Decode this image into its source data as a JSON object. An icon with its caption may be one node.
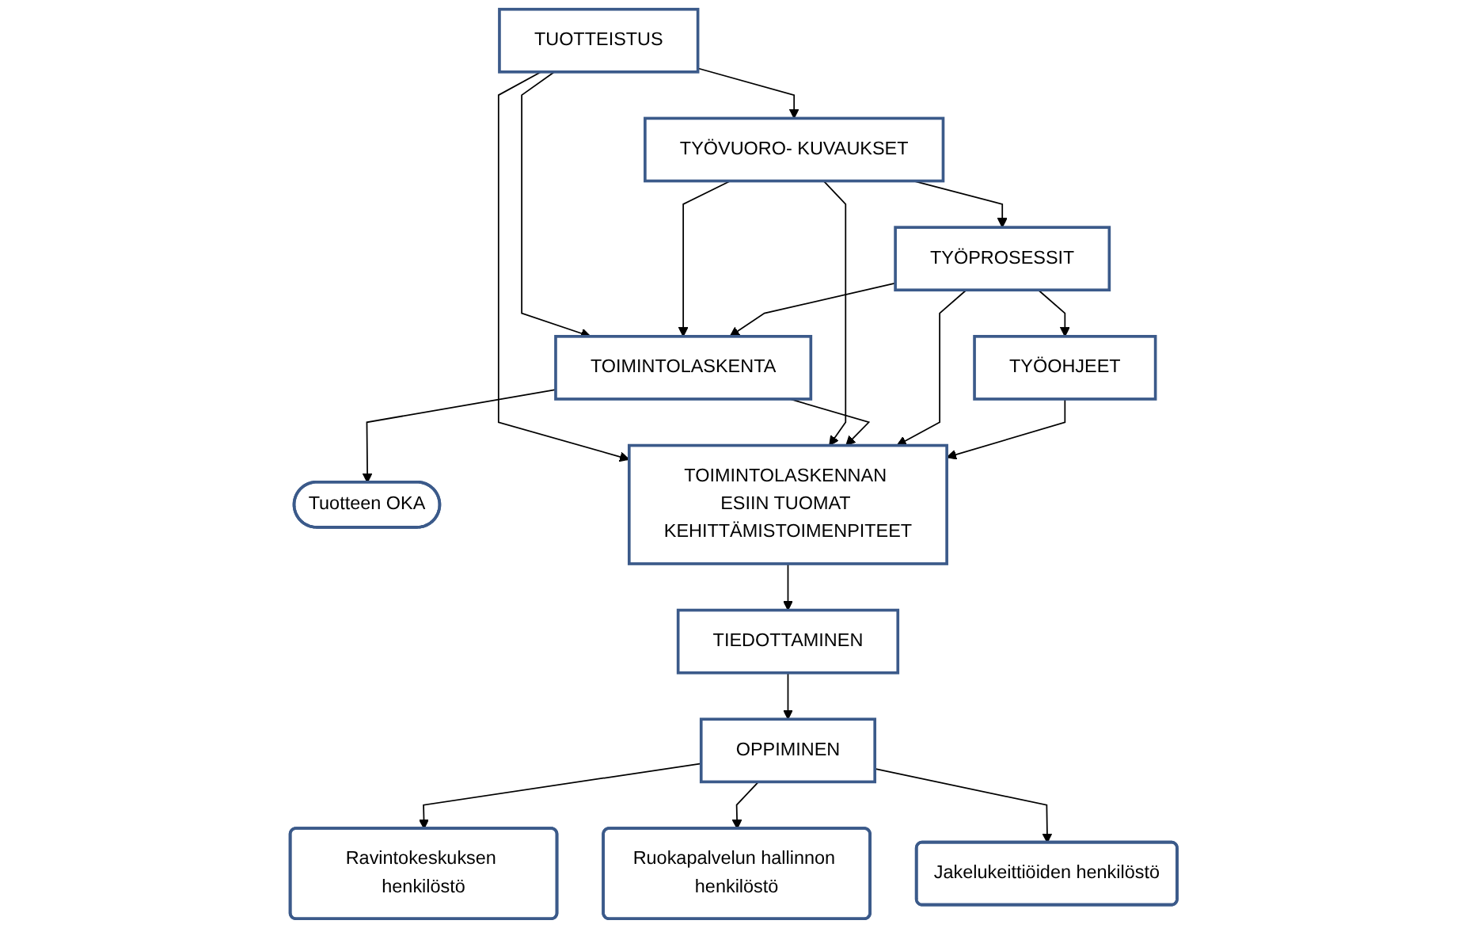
{
  "diagram": {
    "nodes": [
      {
        "text": [
          "TUOTTEISTUS"
        ]
      },
      {
        "text": [
          "TYÖVUORO- KUVAUKSET"
        ]
      },
      {
        "text": [
          "TYÖPROSESSIT"
        ]
      },
      {
        "text": [
          "TYÖOHJEET"
        ]
      },
      {
        "text": [
          "TOIMINTOLASKENTA"
        ]
      },
      {
        "text": [
          "Tuotteen OKA"
        ]
      },
      {
        "text": [
          "TOIMINTOLASKENNAN ESIIN TUOMAT KEHITTÄMISTOIMENPITEET"
        ]
      },
      {
        "text": [
          "TIEDOTTAMINEN"
        ]
      },
      {
        "text": [
          "OPPIMINEN"
        ]
      },
      {
        "text": [
          "Ravintokeskuksen henkilöstö"
        ]
      },
      {
        "text": [
          "Ruokapalvelun hallinnon henkilöstö"
        ]
      },
      {
        "text": [
          "Jakelukeittiöiden henkilöstö"
        ]
      }
    ],
    "edges": [
      {
        "from": 0,
        "to": 1,
        "arrow": "to"
      },
      {
        "from": 1,
        "to": 2,
        "arrow": "to"
      },
      {
        "from": 2,
        "to": 3,
        "arrow": "to"
      },
      {
        "from": 0,
        "to": 4,
        "arrow": "to"
      },
      {
        "from": 1,
        "to": 4,
        "arrow": "to"
      },
      {
        "from": 2,
        "to": 4,
        "arrow": "to"
      },
      {
        "from": 4,
        "to": 5,
        "arrow": "to"
      },
      {
        "from": 0,
        "to": 6,
        "arrow": "to"
      },
      {
        "from": 1,
        "to": 6,
        "arrow": "to"
      },
      {
        "from": 4,
        "to": 6,
        "arrow": "to"
      },
      {
        "from": 2,
        "to": 6,
        "arrow": "to"
      },
      {
        "from": 3,
        "to": 6,
        "arrow": "to"
      },
      {
        "from": 6,
        "to": 7,
        "arrow": "to"
      },
      {
        "from": 7,
        "to": 8,
        "arrow": "to"
      },
      {
        "from": 8,
        "to": 9,
        "arrow": "to"
      },
      {
        "from": 8,
        "to": 10,
        "arrow": "to"
      },
      {
        "from": 8,
        "to": 11,
        "arrow": "to"
      }
    ]
  }
}
